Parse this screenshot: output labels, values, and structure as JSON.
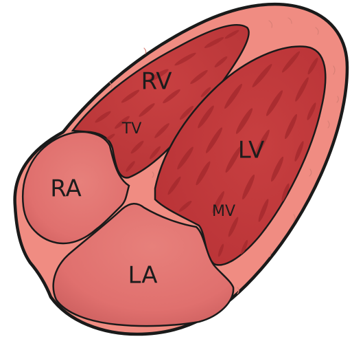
{
  "diagram": {
    "labels": {
      "right_ventricle": "RV",
      "left_ventricle": "LV",
      "right_atrium": "RA",
      "left_atrium": "LA",
      "tricuspid_valve": "TV",
      "mitral_valve": "MV"
    },
    "colors": {
      "outline": "#1a1a1a",
      "myocardium": "#f08c82",
      "ventricle_cavity": "#c23a3c",
      "muscle_streak": "#a42a2e",
      "atrium_fill": "#e0706e",
      "atrium_shadow": "#c65a5a",
      "texture_line": "#d98076"
    }
  }
}
